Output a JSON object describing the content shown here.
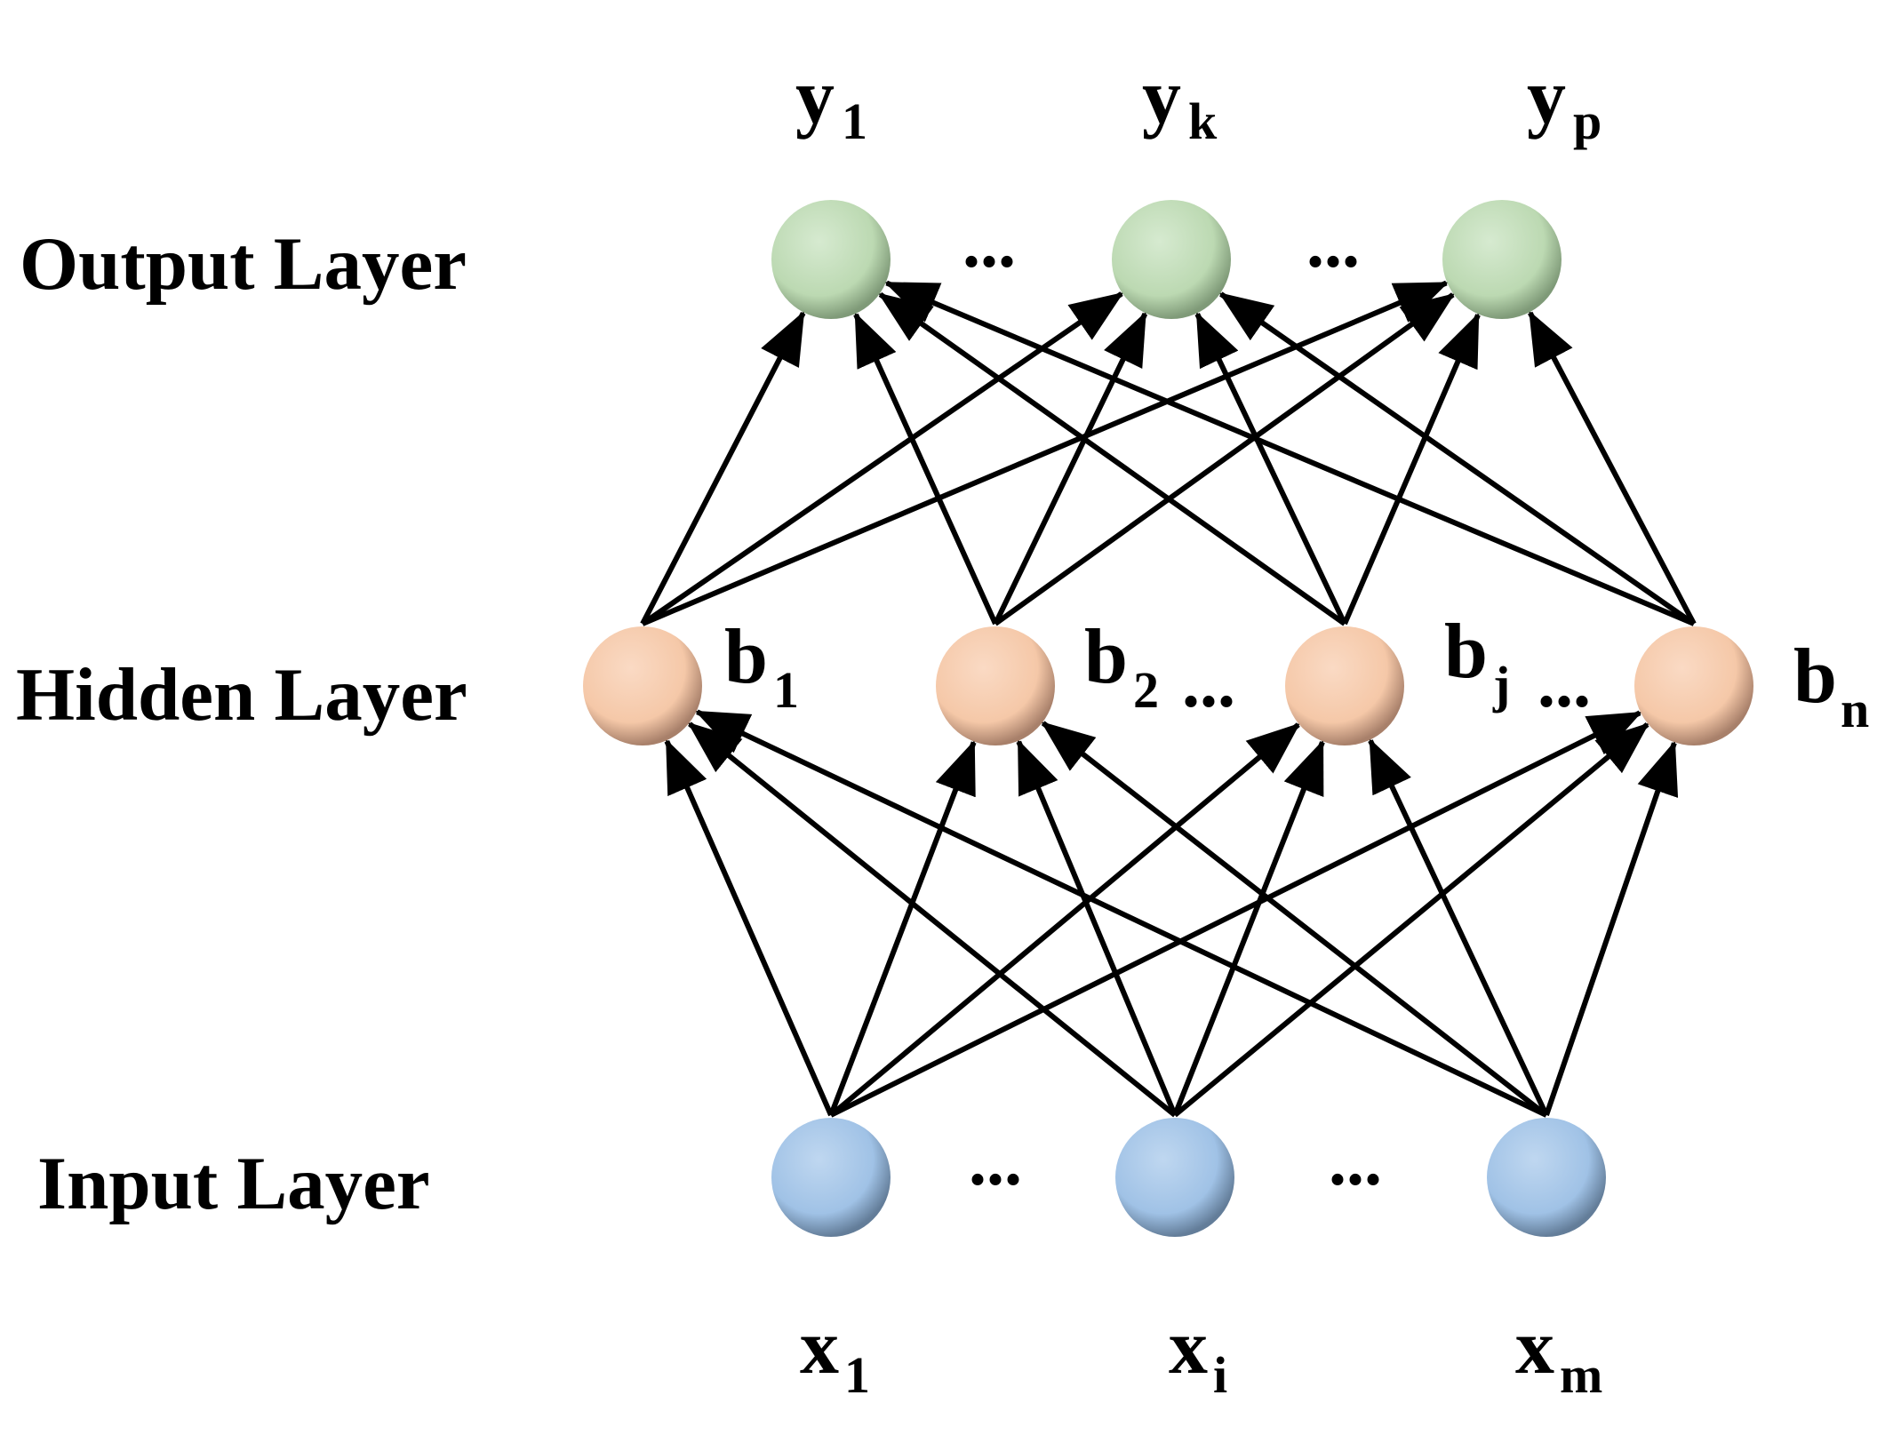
{
  "layers": {
    "output": {
      "label": "Output Layer"
    },
    "hidden": {
      "label": "Hidden Layer"
    },
    "input": {
      "label": "Input Layer"
    }
  },
  "output_nodes": [
    {
      "var": "y",
      "sub": "1"
    },
    {
      "var": "y",
      "sub": "k"
    },
    {
      "var": "y",
      "sub": "p"
    }
  ],
  "hidden_nodes": [
    {
      "var": "b",
      "sub": "1"
    },
    {
      "var": "b",
      "sub": "2"
    },
    {
      "var": "b",
      "sub": "j"
    },
    {
      "var": "b",
      "sub": "n"
    }
  ],
  "input_nodes": [
    {
      "var": "x",
      "sub": "1"
    },
    {
      "var": "x",
      "sub": "i"
    },
    {
      "var": "x",
      "sub": "m"
    }
  ],
  "ellipsis": "...",
  "colors": {
    "output_node": "#bcd9b2",
    "hidden_node": "#f5c8a8",
    "input_node": "#a0c2e6",
    "edge": "#000000"
  }
}
